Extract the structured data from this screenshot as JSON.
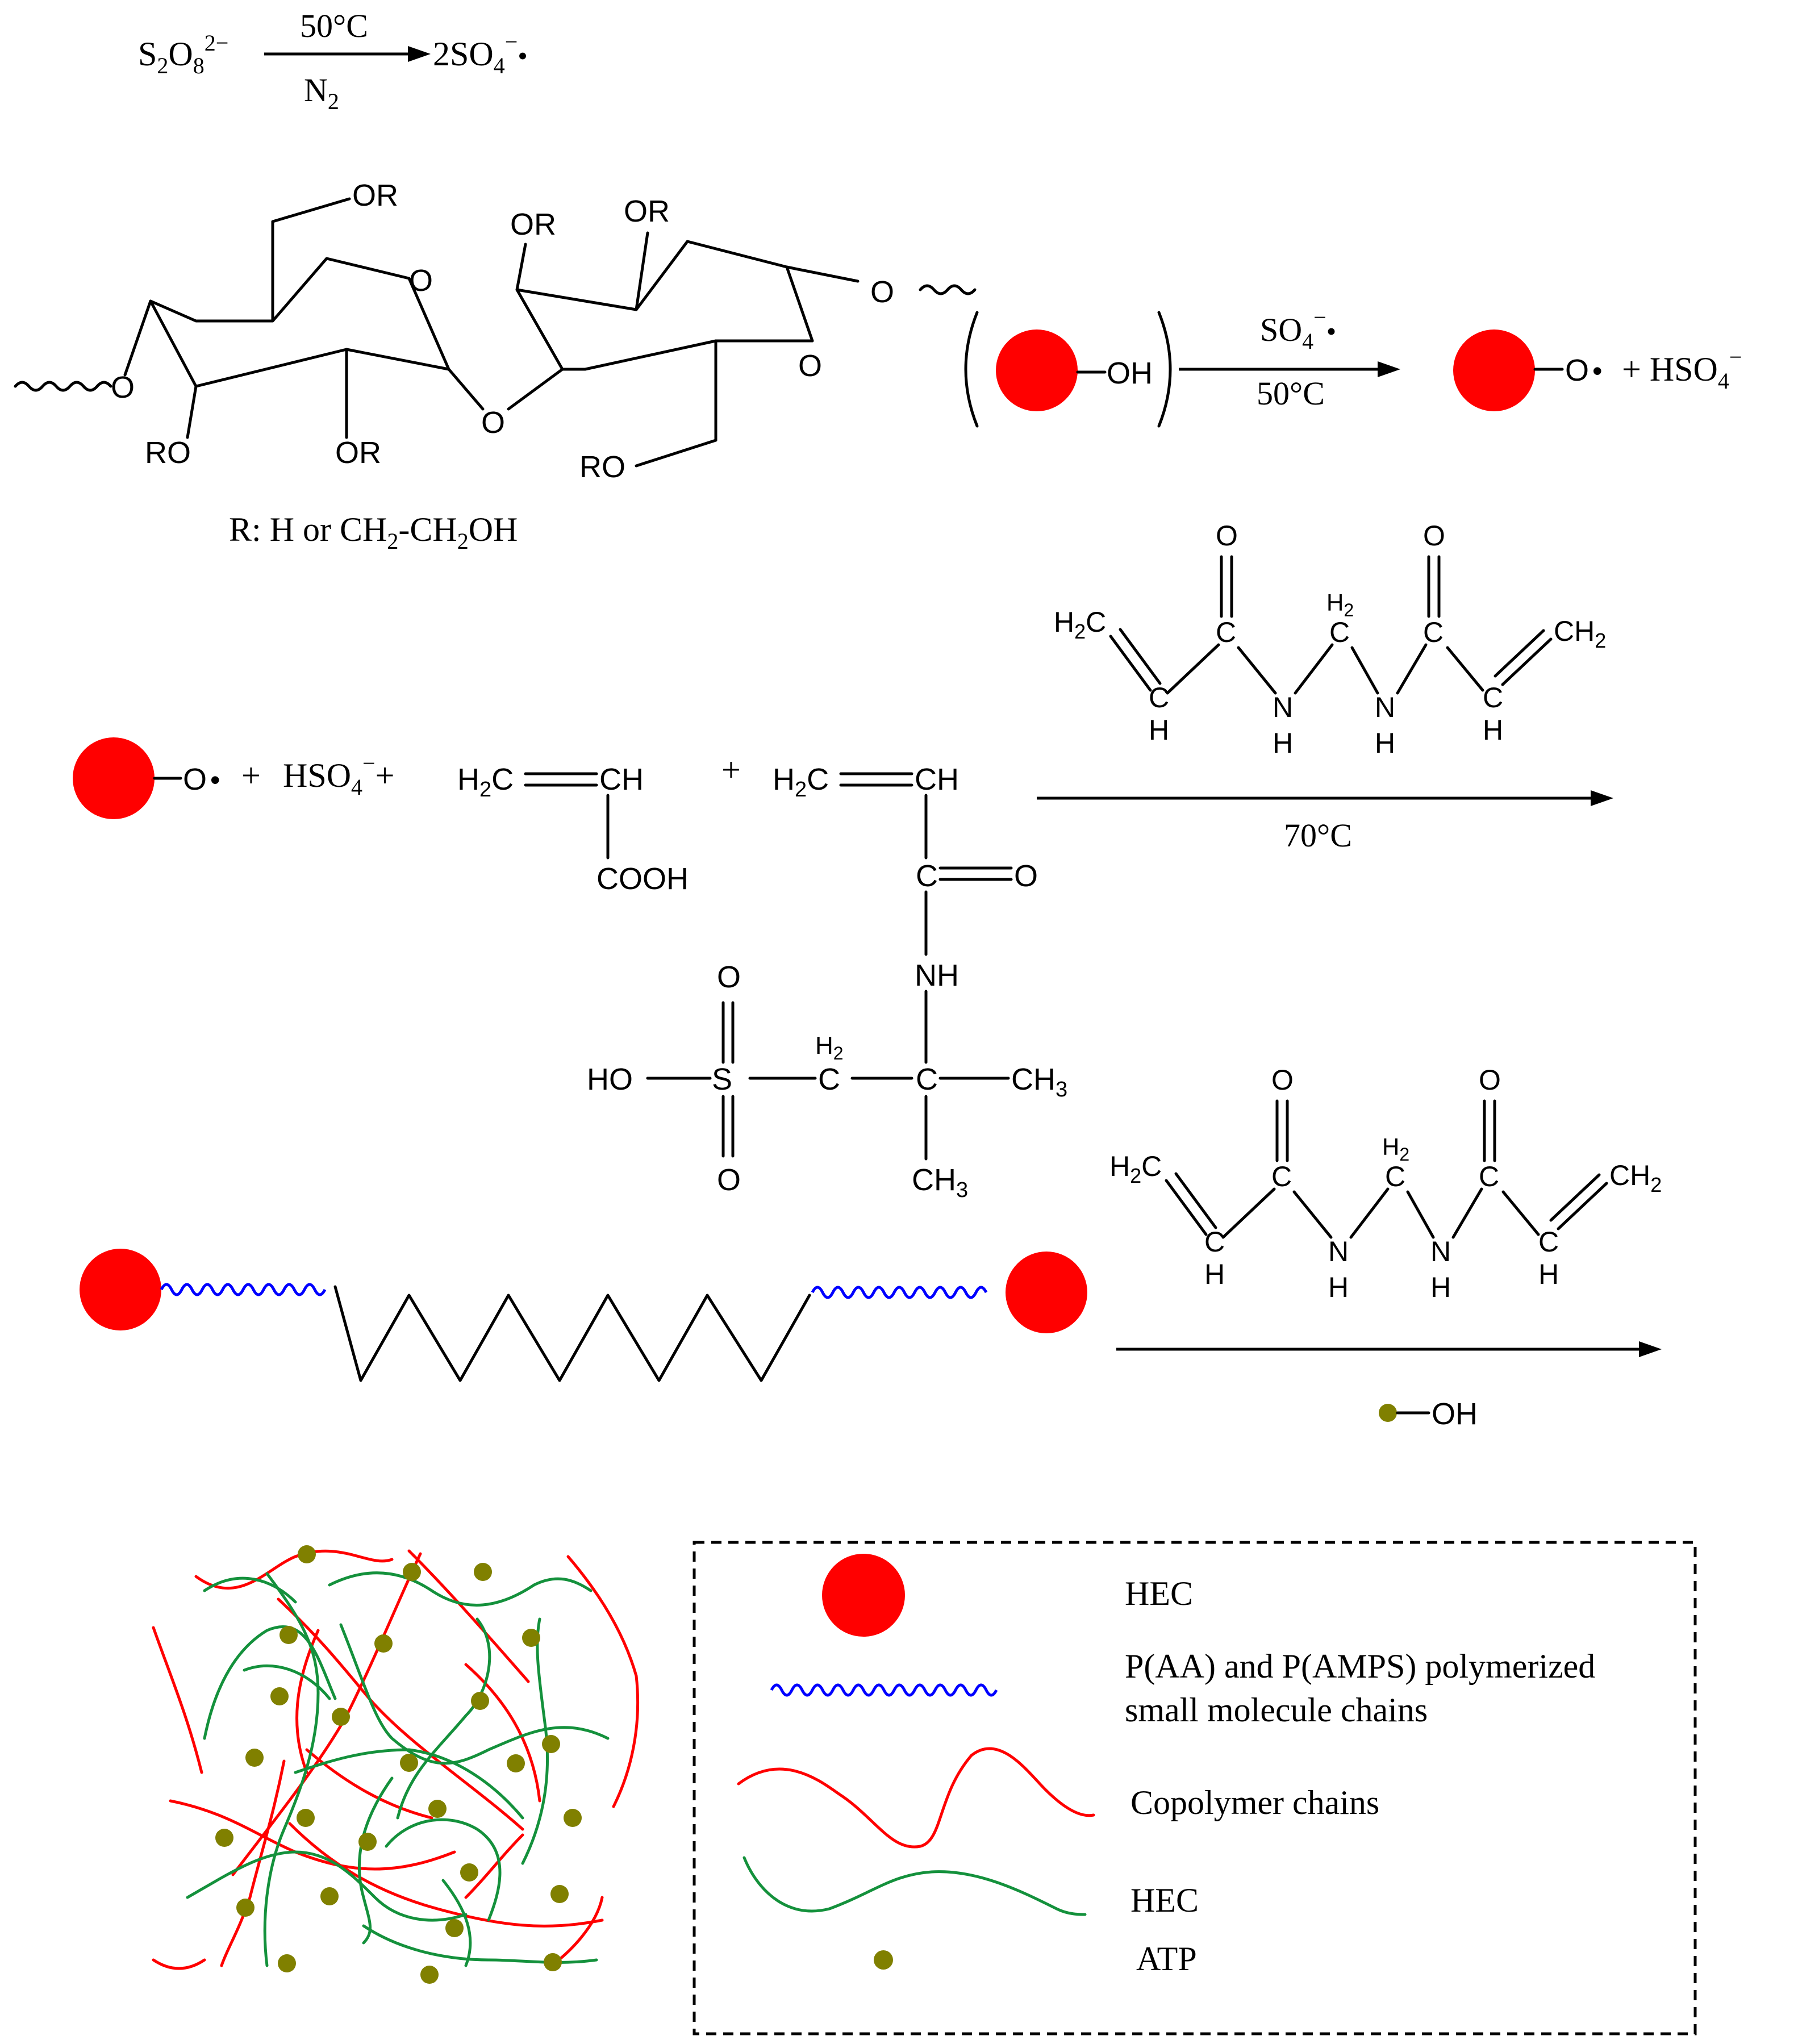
{
  "colors": {
    "hec_sphere": "#ff0000",
    "small_chain": "#0000ff",
    "copolymer_chain": "#ff0000",
    "hec_chain": "#14913c",
    "atp_particle": "#808000"
  },
  "step1": {
    "reactant": "S",
    "reactant_sub1": "2",
    "reactant_o": "O",
    "reactant_sub2": "8",
    "reactant_charge": "2−",
    "condition_top": "50°C",
    "condition_bottom": "N",
    "condition_bottom_sub": "2",
    "product": "2SO",
    "product_sub": "4",
    "product_sup": "−",
    "radical_dot": "•"
  },
  "cellulose": {
    "labels": [
      "OR",
      "OR",
      "OR",
      "O",
      "O",
      "O",
      "O",
      "O",
      "RO",
      "OR",
      "RO"
    ],
    "r_note": "R: H or CH",
    "r_note_sub1": "2",
    "r_note_mid": "-CH",
    "r_note_sub2": "2",
    "r_note_end": "OH"
  },
  "step2": {
    "oh": "OH",
    "condition_top": "SO",
    "condition_top_sub": "4",
    "condition_top_sup": "−",
    "condition_bottom": "50°C",
    "product_o": "O",
    "plus": "+ HSO",
    "plus_sub": "4",
    "plus_sup": "−"
  },
  "step3": {
    "radical_o": "O",
    "plus1": "+",
    "hso4": "HSO",
    "hso4_sub": "4",
    "hso4_sup": "−",
    "plus2": "+",
    "plus3": "+",
    "aa_h2c": "H",
    "aa_h2c_sub": "2",
    "aa_c": "C",
    "aa_ch": "CH",
    "aa_cooh": "COOH",
    "amps_ch": "CH",
    "amps_o": "O",
    "amps_c": "C",
    "amps_nh": "NH",
    "amps_ho": "HO",
    "amps_s": "S",
    "amps_ch2": "C",
    "amps_h2": "H",
    "amps_h2_sub": "2",
    "amps_ch3": "CH",
    "amps_ch3_sub": "3",
    "condition_bottom": "70°C"
  },
  "mba": {
    "o": "O",
    "c": "C",
    "h": "H",
    "nh_n": "N",
    "ch2_right": "CH",
    "sub2": "2",
    "h2c_left": "H",
    "h2c_c": "C"
  },
  "step4": {
    "atp_oh": "OH"
  },
  "legend": {
    "items": [
      {
        "symbol": "red-sphere",
        "label": "HEC"
      },
      {
        "symbol": "blue-wave",
        "label": "P(AA) and P(AMPS) polymerized",
        "label2": "small molecule chains"
      },
      {
        "symbol": "red-curve",
        "label": "Copolymer chains"
      },
      {
        "symbol": "green-curve",
        "label": "HEC"
      },
      {
        "symbol": "olive-dot",
        "label": "ATP"
      }
    ]
  }
}
